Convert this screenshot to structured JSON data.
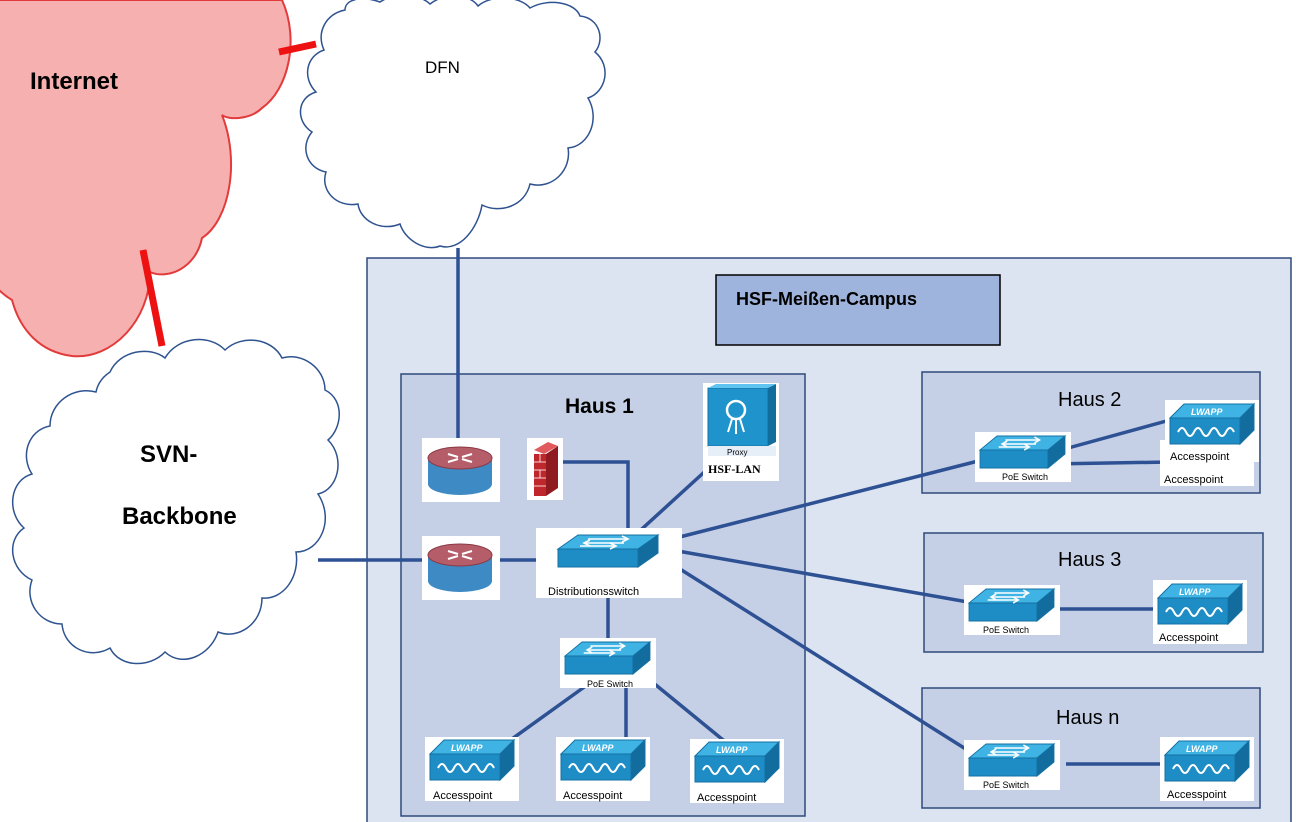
{
  "clouds": {
    "internet": "Internet",
    "dfn": "DFN",
    "svn_line1": "SVN-",
    "svn_line2": "Backbone"
  },
  "campus": {
    "title": "HSF-Meißen-Campus"
  },
  "haus1": {
    "title": "Haus 1",
    "proxy_label": "Proxy",
    "proxy_caption": "HSF-LAN",
    "distribution_switch": "Distributionsswitch",
    "poe_switch": "PoE Switch",
    "ap1": "Accesspoint",
    "ap2": "Accesspoint",
    "ap3": "Accesspoint"
  },
  "haus2": {
    "title": "Haus 2",
    "poe_switch": "PoE Switch",
    "ap_front": "Accesspoint",
    "ap_back": "Accesspoint"
  },
  "haus3": {
    "title": "Haus 3",
    "poe_switch": "PoE Switch",
    "ap": "Accesspoint"
  },
  "hausn": {
    "title": "Haus n",
    "poe_switch": "PoE Switch",
    "ap": "Accesspoint"
  },
  "lwapp_label": "LWAPP",
  "colors": {
    "campus_fill": "#dce3f1",
    "house_fill": "#c5d0e6",
    "title_box_fill": "#9fb4dd",
    "border": "#2f4a7a",
    "link": "#2e5194",
    "internet_fill": "#f7b0b0",
    "internet_stroke": "#e23b3b",
    "internet_link": "#ee1111",
    "cloud_stroke": "#2f5390",
    "device_top": "#3fb3e3",
    "device_side": "#1a7fb7",
    "router_top": "#b6606c",
    "router_body": "#4a91c8",
    "firewall": "#c0272d"
  }
}
